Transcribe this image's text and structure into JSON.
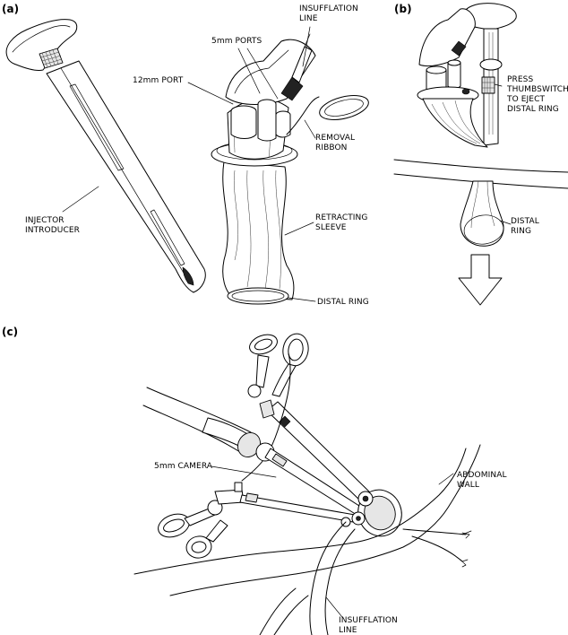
{
  "panels": {
    "a": {
      "label": "(a)",
      "labels": {
        "insufflation_line": [
          "INSUFFLATION",
          "LINE"
        ],
        "ports_5mm": "5mm PORTS",
        "port_12mm": "12mm PORT",
        "removal_ribbon": [
          "REMOVAL",
          "RIBBON"
        ],
        "retracting_sleeve": [
          "RETRACTING",
          "SLEEVE"
        ],
        "distal_ring": "DISTAL RING",
        "injector_introducer": [
          "INJECTOR",
          "INTRODUCER"
        ]
      }
    },
    "b": {
      "label": "(b)",
      "labels": {
        "press_thumbswitch": [
          "PRESS",
          "THUMBSWITCH",
          "TO EJECT",
          "DISTAL RING"
        ],
        "distal_ring": [
          "DISTAL",
          "RING"
        ]
      }
    },
    "c": {
      "label": "(c)",
      "labels": {
        "camera_5mm": "5mm CAMERA",
        "abdominal_wall": [
          "ABDOMINAL",
          "WALL"
        ],
        "insufflation_line": [
          "INSUFFLATION",
          "LINE"
        ]
      }
    }
  }
}
